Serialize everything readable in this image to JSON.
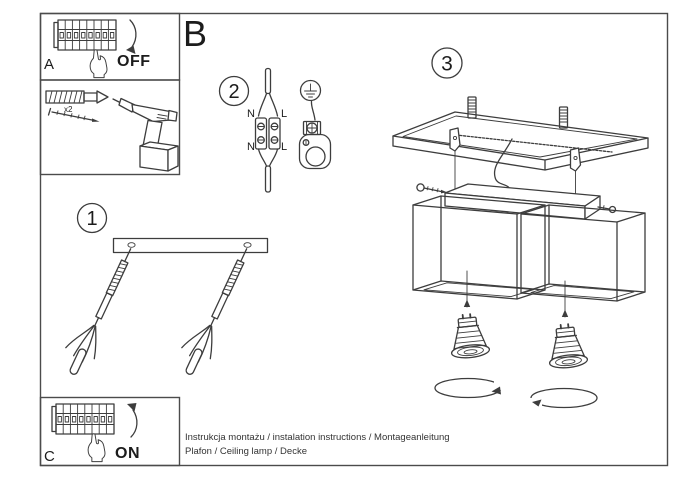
{
  "colors": {
    "background": "#ffffff",
    "line": "#3d3d3d",
    "frame": "#4b4b4b",
    "text": "#1c1c1c"
  },
  "header": {
    "section_label": "B"
  },
  "panel_power_off": {
    "label": "A",
    "state_label": "OFF"
  },
  "panel_tools": {
    "anchor_quantity": "x2"
  },
  "step_1": {
    "badge": "1"
  },
  "step_2": {
    "badge": "2",
    "wire_labels": {
      "top_left": "N",
      "top_right": "L",
      "bottom_left": "N",
      "bottom_right": "L"
    }
  },
  "step_3": {
    "badge": "3"
  },
  "panel_power_on": {
    "label": "C",
    "state_label": "ON"
  },
  "footer": {
    "line1": "Instrukcja montażu / instalation instructions / Montageanleitung",
    "line2": "Plafon / Ceiling lamp / Decke"
  }
}
